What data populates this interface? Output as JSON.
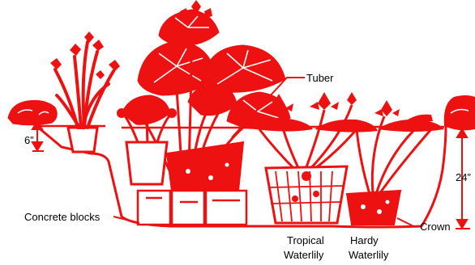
{
  "colors": {
    "ink": "#ee1111",
    "text": "#000000",
    "background": "#ffffff"
  },
  "labels": {
    "tuber": "Tuber",
    "shallow_depth": "6”",
    "deep_depth": "24”",
    "concrete_blocks": "Concrete blocks",
    "crown": "Crown",
    "tropical_line1": "Tropical",
    "tropical_line2": "Waterlily",
    "hardy_line1": "Hardy",
    "hardy_line2": "Waterlily"
  }
}
